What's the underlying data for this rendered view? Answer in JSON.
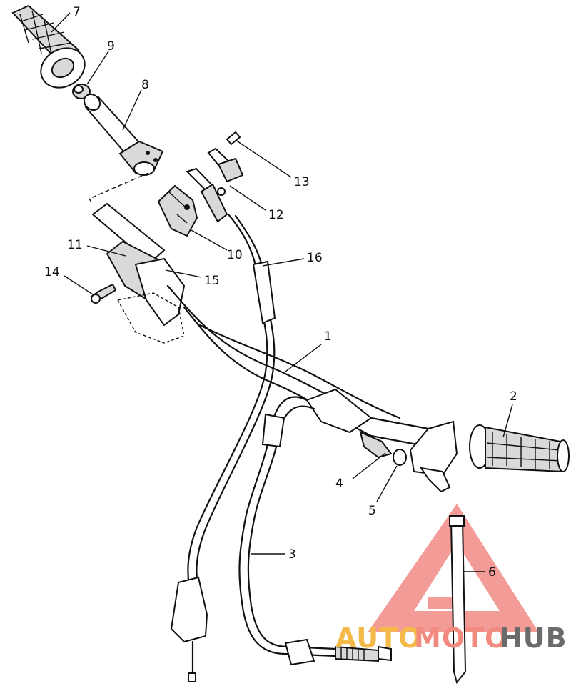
{
  "diagram": {
    "callouts": [
      {
        "id": "c1",
        "label": "1"
      },
      {
        "id": "c2",
        "label": "2"
      },
      {
        "id": "c3",
        "label": "3"
      },
      {
        "id": "c4",
        "label": "4"
      },
      {
        "id": "c5",
        "label": "5"
      },
      {
        "id": "c6",
        "label": "6"
      },
      {
        "id": "c7",
        "label": "7"
      },
      {
        "id": "c8",
        "label": "8"
      },
      {
        "id": "c9",
        "label": "9"
      },
      {
        "id": "c10",
        "label": "10"
      },
      {
        "id": "c11",
        "label": "11"
      },
      {
        "id": "c12",
        "label": "12"
      },
      {
        "id": "c13",
        "label": "13"
      },
      {
        "id": "c14",
        "label": "14"
      },
      {
        "id": "c15",
        "label": "15"
      },
      {
        "id": "c16",
        "label": "16"
      }
    ]
  },
  "watermark": {
    "part1": "AUTO",
    "part2": "MOTO",
    "part3": "HUB",
    "colors": {
      "auto": "#f5b94a",
      "moto": "#f28a7f",
      "hub": "#6b6b6b",
      "triangle": "#f07a75"
    }
  }
}
